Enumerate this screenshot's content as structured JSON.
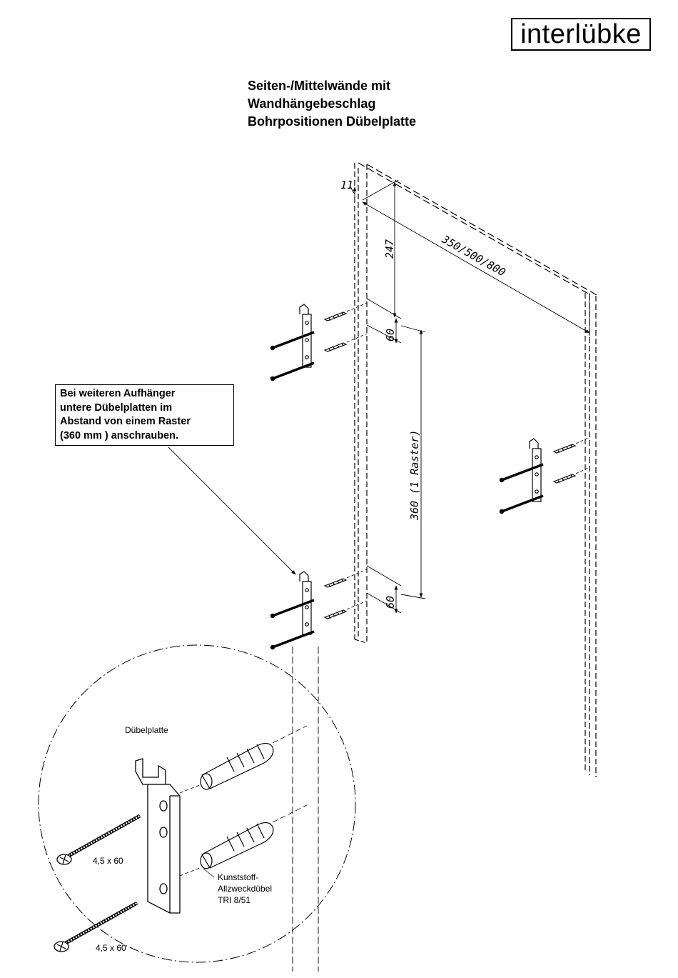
{
  "logo": "interlübke",
  "title": {
    "line1": "Seiten-/Mittelwände mit",
    "line2": "Wandhängebeschlag",
    "line3": "Bohrpositionen Dübelplatte"
  },
  "note": {
    "line1": "Bei weiteren Aufhänger",
    "line2": "untere Dübelplatten im",
    "line3": "Abstand von einem Raster",
    "line4": "(360 mm ) anschrauben."
  },
  "dimensions": {
    "offset": "11",
    "top": "247",
    "width": "350/500/800",
    "upper_spacing": "60",
    "raster": "360 (1 Raster)",
    "lower_spacing": "60"
  },
  "detail": {
    "plate_label": "Dübelplatte",
    "screw_upper": "4,5 x 60",
    "screw_lower": "4,5 x 60",
    "dowel_line1": "Kunststoff-",
    "dowel_line2": "Allzweckdübel",
    "dowel_line3": "TRI 8/51"
  }
}
